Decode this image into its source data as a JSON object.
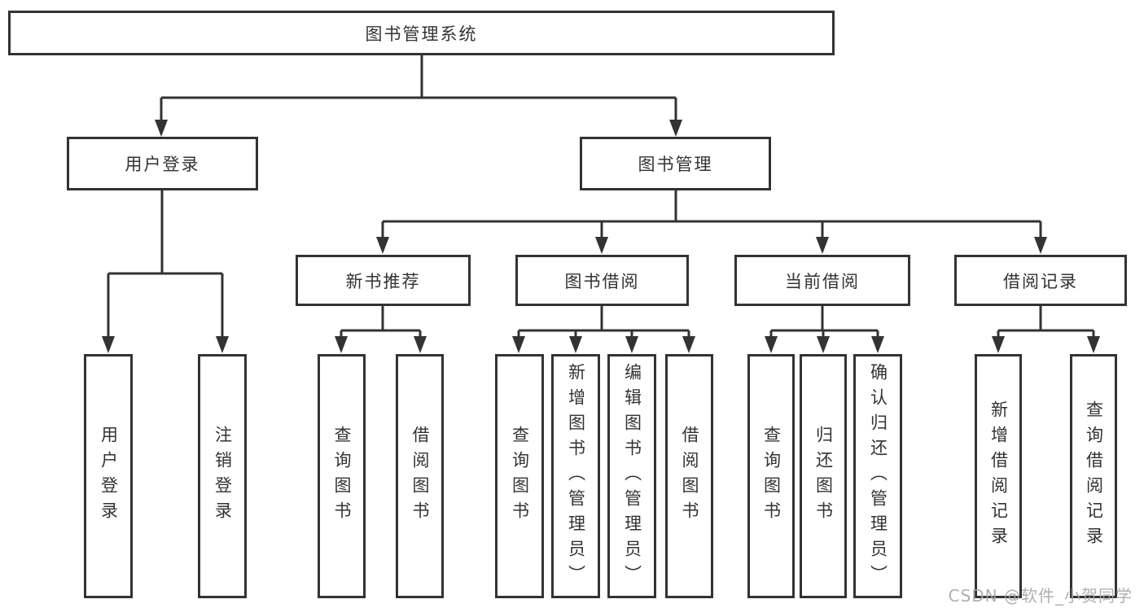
{
  "diagram": {
    "title": "图书管理系统",
    "colors": {
      "ink": "#333333",
      "box_border": "#333333",
      "watermark": "#a8a8a8"
    },
    "tree": {
      "root": {
        "label": "图书管理系统"
      },
      "branches": [
        {
          "label": "用户登录",
          "children": [
            {
              "label": "用户登录"
            },
            {
              "label": "注销登录"
            }
          ]
        },
        {
          "label": "图书管理",
          "sections": [
            {
              "label": "新书推荐",
              "children": [
                {
                  "label": "查询图书"
                },
                {
                  "label": "借阅图书"
                }
              ]
            },
            {
              "label": "图书借阅",
              "children": [
                {
                  "label": "查询图书"
                },
                {
                  "label": "新增图书（管理员）"
                },
                {
                  "label": "编辑图书（管理员）"
                },
                {
                  "label": "借阅图书"
                }
              ]
            },
            {
              "label": "当前借阅",
              "children": [
                {
                  "label": "查询图书"
                },
                {
                  "label": "归还图书"
                },
                {
                  "label": "确认归还（管理员）"
                }
              ]
            },
            {
              "label": "借阅记录",
              "children": [
                {
                  "label": "新增借阅记录"
                },
                {
                  "label": "查询借阅记录"
                }
              ]
            }
          ]
        }
      ]
    }
  },
  "watermark": {
    "text": "CSDN @软件_小贺同学"
  }
}
